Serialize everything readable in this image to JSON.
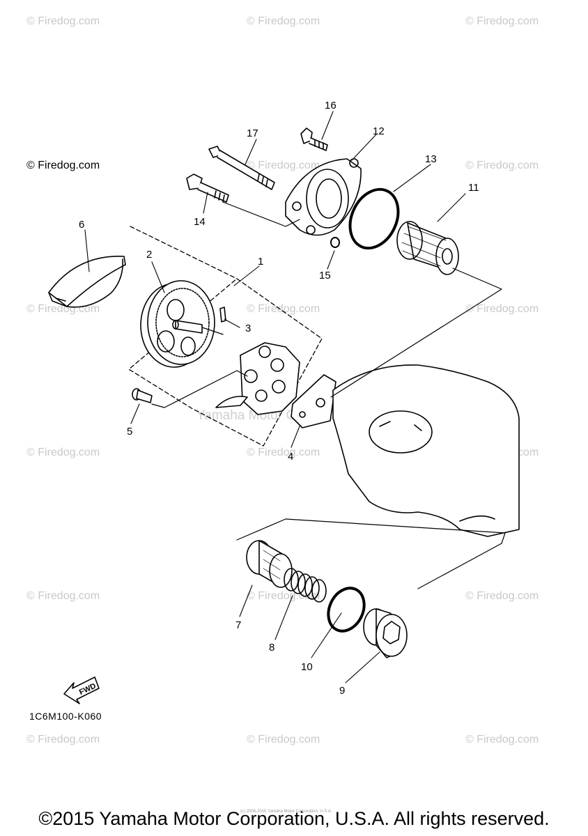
{
  "watermarks": {
    "site": "© Firedog.com",
    "yamaha": "Yamaha Motor Corp., U.S.A."
  },
  "callouts": {
    "c1": "1",
    "c2": "2",
    "c3": "3",
    "c4": "4",
    "c5": "5",
    "c6": "6",
    "c7": "7",
    "c8": "8",
    "c9": "9",
    "c10": "10",
    "c11": "11",
    "c12": "12",
    "c13": "13",
    "c14": "14",
    "c15": "15",
    "c16": "16",
    "c17": "17"
  },
  "fwd_label": "FWD",
  "diagram_code": "1C6M100-K060",
  "tiny_notice": "(c) 2006-2015 Yamaha Motor Corporation, U.S.A.",
  "copyright": "©2015 Yamaha Motor Corporation, U.S.A. All rights reserved."
}
